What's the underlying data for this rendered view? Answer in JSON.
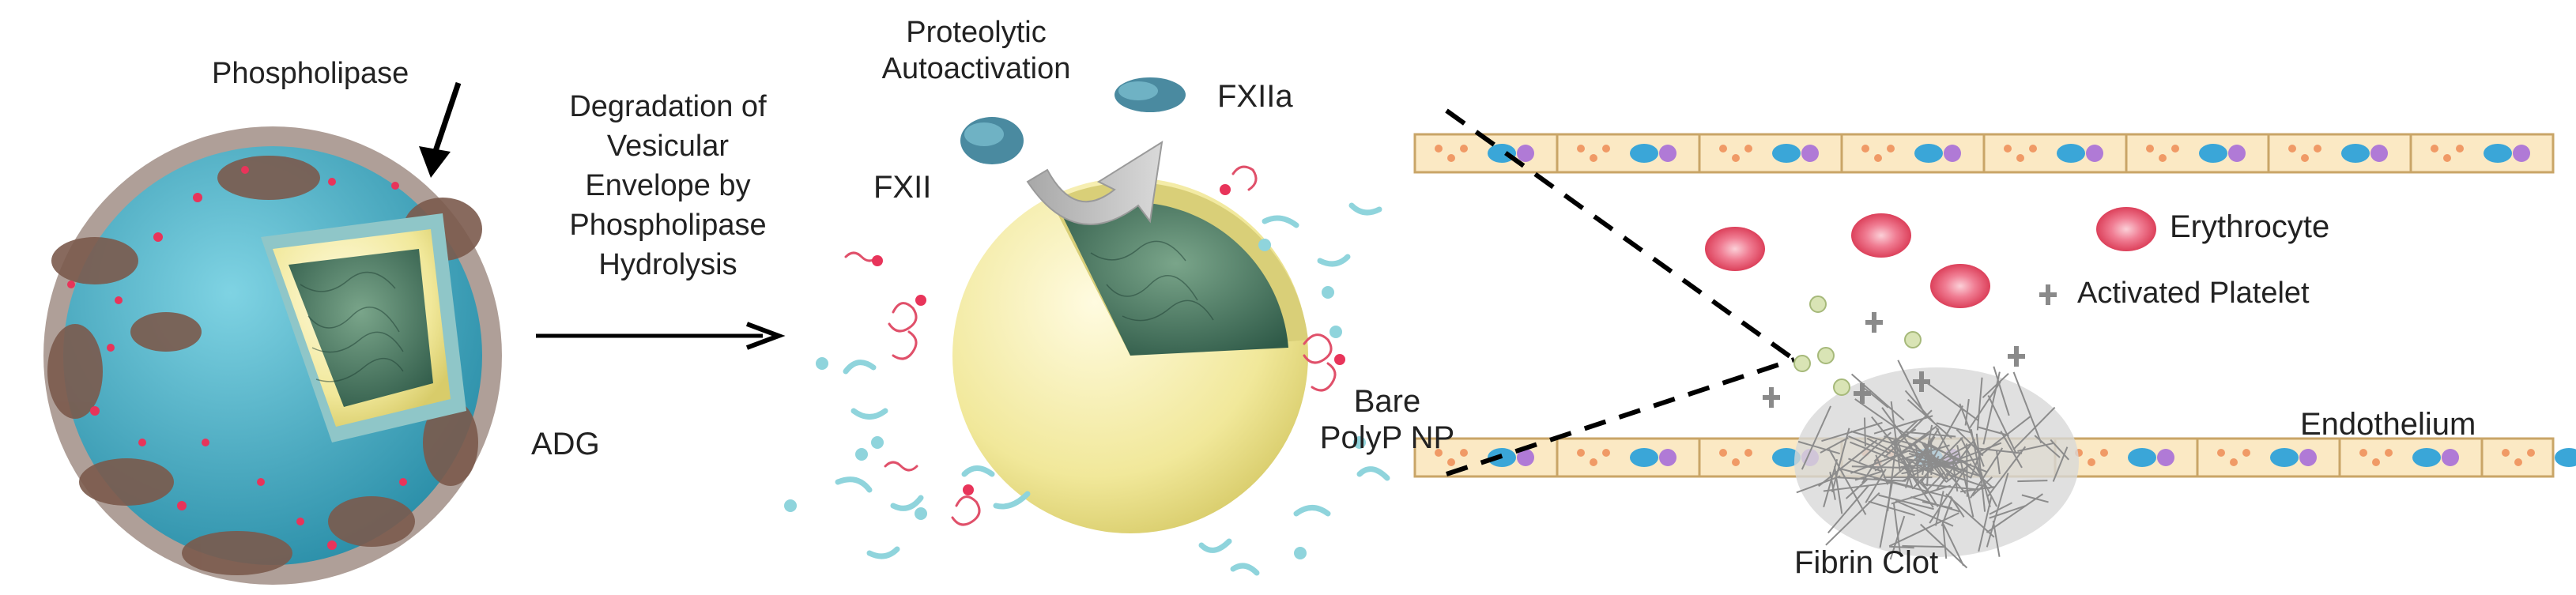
{
  "labels": {
    "phospholipase": "Phospholipase",
    "adg": "ADG",
    "degradation": [
      "Degradation of",
      "Vesicular",
      "Envelope by",
      "Phospholipase",
      "Hydrolysis"
    ],
    "proteolytic": [
      "Proteolytic",
      "Autoactivation"
    ],
    "fxii": "FXII",
    "fxiia": "FXIIa",
    "bare": [
      "Bare",
      "PolyP NP"
    ],
    "erythrocyte": "Erythrocyte",
    "activated_platelet": "Activated Platelet",
    "endothelium": "Endothelium",
    "fibrin_clot": "Fibrin Clot"
  },
  "colors": {
    "vesicle_shell": "#3fb0c8",
    "protein": "#8a6a5a",
    "core_yellow": "#f3ecaa",
    "core_green": "#4f7a64",
    "polyp_chain": "#8fd4dc",
    "red_chain": "#e0506a",
    "endothelium_cell": "#fbe9c4",
    "erythrocyte": "#e0506a",
    "fibrin": "#9a9a9a"
  }
}
